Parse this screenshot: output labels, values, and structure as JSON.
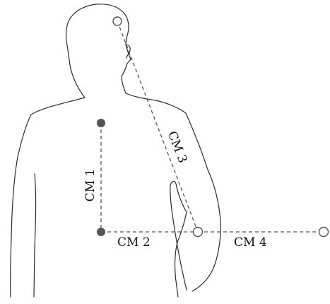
{
  "labels": {
    "cm1": "CM 1",
    "cm2": "CM 2",
    "cm3": "CM 3",
    "cm4": "CM 4"
  },
  "colors": {
    "outline": "#2b2b2b",
    "measurement_line": "#555555",
    "marker_fill": "#555555",
    "background": "#ffffff"
  },
  "markers": {
    "filled": [
      "upper-spine-point",
      "lower-spine-point"
    ],
    "open": [
      "head-point",
      "elbow-point",
      "far-right-point"
    ]
  }
}
